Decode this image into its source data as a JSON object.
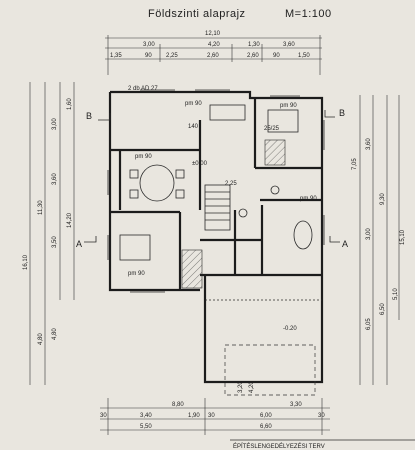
{
  "document": {
    "title": "Földszinti alaprajz",
    "scale": "M=1:100",
    "footer_text": "ÉPÍTÉSLENGEDÉLYEZÉSI TERV"
  },
  "dimensions": {
    "top_total": "12,10",
    "top_row1": [
      "3,00",
      "4,20",
      "1,30",
      "3,60"
    ],
    "top_row2": [
      "1,35",
      "90",
      "2,25",
      "2,60",
      "2,60",
      "90",
      "1,50"
    ],
    "left_outer": [
      "16,10"
    ],
    "left_mid": [
      "11,30",
      "4,80"
    ],
    "left_inner": [
      "3,00",
      "3,60",
      "3,50",
      "14,20",
      "4,80",
      "1,60"
    ],
    "right_outer": [
      "15,10"
    ],
    "right_mid": [
      "9,30",
      "6,05"
    ],
    "right_inner": [
      "3,60",
      "3,00",
      "6,50",
      "5,10",
      "7,05"
    ],
    "bottom_row1": [
      "8,80",
      "3,30"
    ],
    "bottom_row2": [
      "30",
      "3,40",
      "1,90",
      "30",
      "6,00",
      "30"
    ],
    "bottom_row3": [
      "5,50",
      "6,60"
    ]
  },
  "rooms": {
    "labels": [
      "2 db AD 27",
      "pm 90",
      "pm 90",
      "pm 90",
      "pm 90",
      "pm 90",
      "±0.00",
      "2,25",
      "-0.20",
      "3,20",
      "4,20"
    ],
    "numbers": [
      "140",
      "25/25"
    ]
  },
  "sections": {
    "B_left": "B",
    "B_right": "B",
    "A_left": "A",
    "A_right": "A"
  }
}
